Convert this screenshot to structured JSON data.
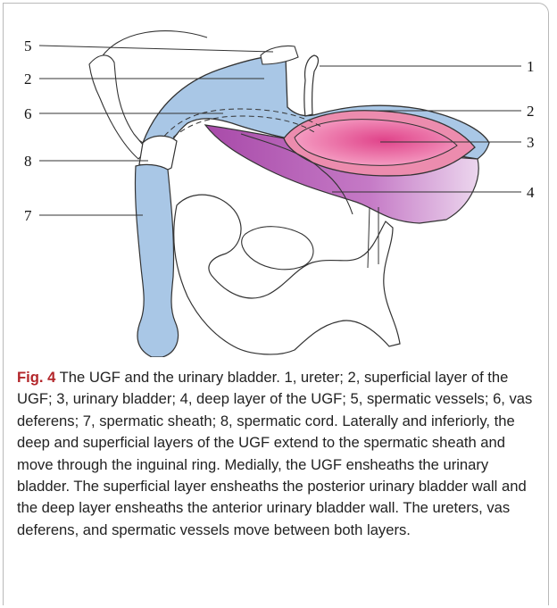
{
  "figure": {
    "labels": {
      "l1": "1",
      "l2a": "2",
      "l2b": "2",
      "l3": "3",
      "l4": "4",
      "l5": "5",
      "l6": "6",
      "l7": "7",
      "l8": "8"
    },
    "colors": {
      "superficial_layer": "#a9c7e6",
      "deep_layer": "#b75ab8",
      "urinary_bladder": "#e8679a",
      "caption_label": "#b3262a"
    }
  },
  "caption": {
    "figure_number": "Fig. 4",
    "title": "The UGF and the urinary bladder.",
    "legend": "1, ureter; 2, superficial layer of the UGF; 3, urinary bladder; 4, deep layer of the UGF; 5, spermatic vessels; 6, vas deferens; 7, spermatic sheath; 8, spermatic cord.",
    "body": "Laterally and inferiorly, the deep and superficial layers of the UGF extend to the spermatic sheath and move through the inguinal ring. Medially, the UGF ensheaths the urinary bladder. The superficial layer ensheaths the posterior urinary bladder wall and the deep layer ensheaths the anterior urinary bladder wall. The ureters, vas deferens, and spermatic vessels move between both layers."
  }
}
